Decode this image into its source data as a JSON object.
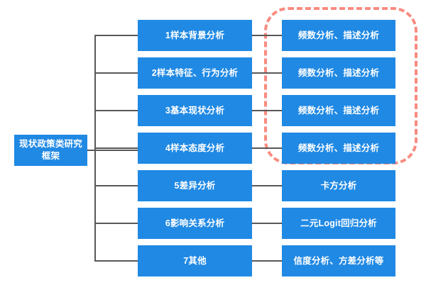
{
  "diagram": {
    "type": "tree-flowchart",
    "title_node": "现状政策类研究框架",
    "colors": {
      "node_fill": "#2089e4",
      "node_text": "#ffffff",
      "connector": "#585858",
      "highlight_dashed": "#f98b80",
      "background": "#ffffff"
    },
    "root": {
      "label": "现状政策类研究框架",
      "line1": "现状政策类研",
      "line2": "究框架"
    },
    "rows": [
      {
        "topic": "1样本背景分析",
        "method": "频数分析、描述分析",
        "highlighted": true
      },
      {
        "topic": "2样本特征、行为分析",
        "method": "频数分析、描述分析",
        "highlighted": true
      },
      {
        "topic": "3基本现状分析",
        "method": "频数分析、描述分析",
        "highlighted": true
      },
      {
        "topic": "4样本态度分析",
        "method": "频数分析、描述分析",
        "highlighted": true
      },
      {
        "topic": "5差异分析",
        "method": "卡方分析",
        "highlighted": false
      },
      {
        "topic": "6影响关系分析",
        "method": "二元Logit回归分析",
        "highlighted": false
      },
      {
        "topic": "7其他",
        "method": "信度分析、方差分析等",
        "highlighted": false
      }
    ],
    "highlight_group": {
      "covers_rows": [
        1,
        2,
        3,
        4
      ],
      "style": "dashed-rounded-rectangle"
    }
  }
}
